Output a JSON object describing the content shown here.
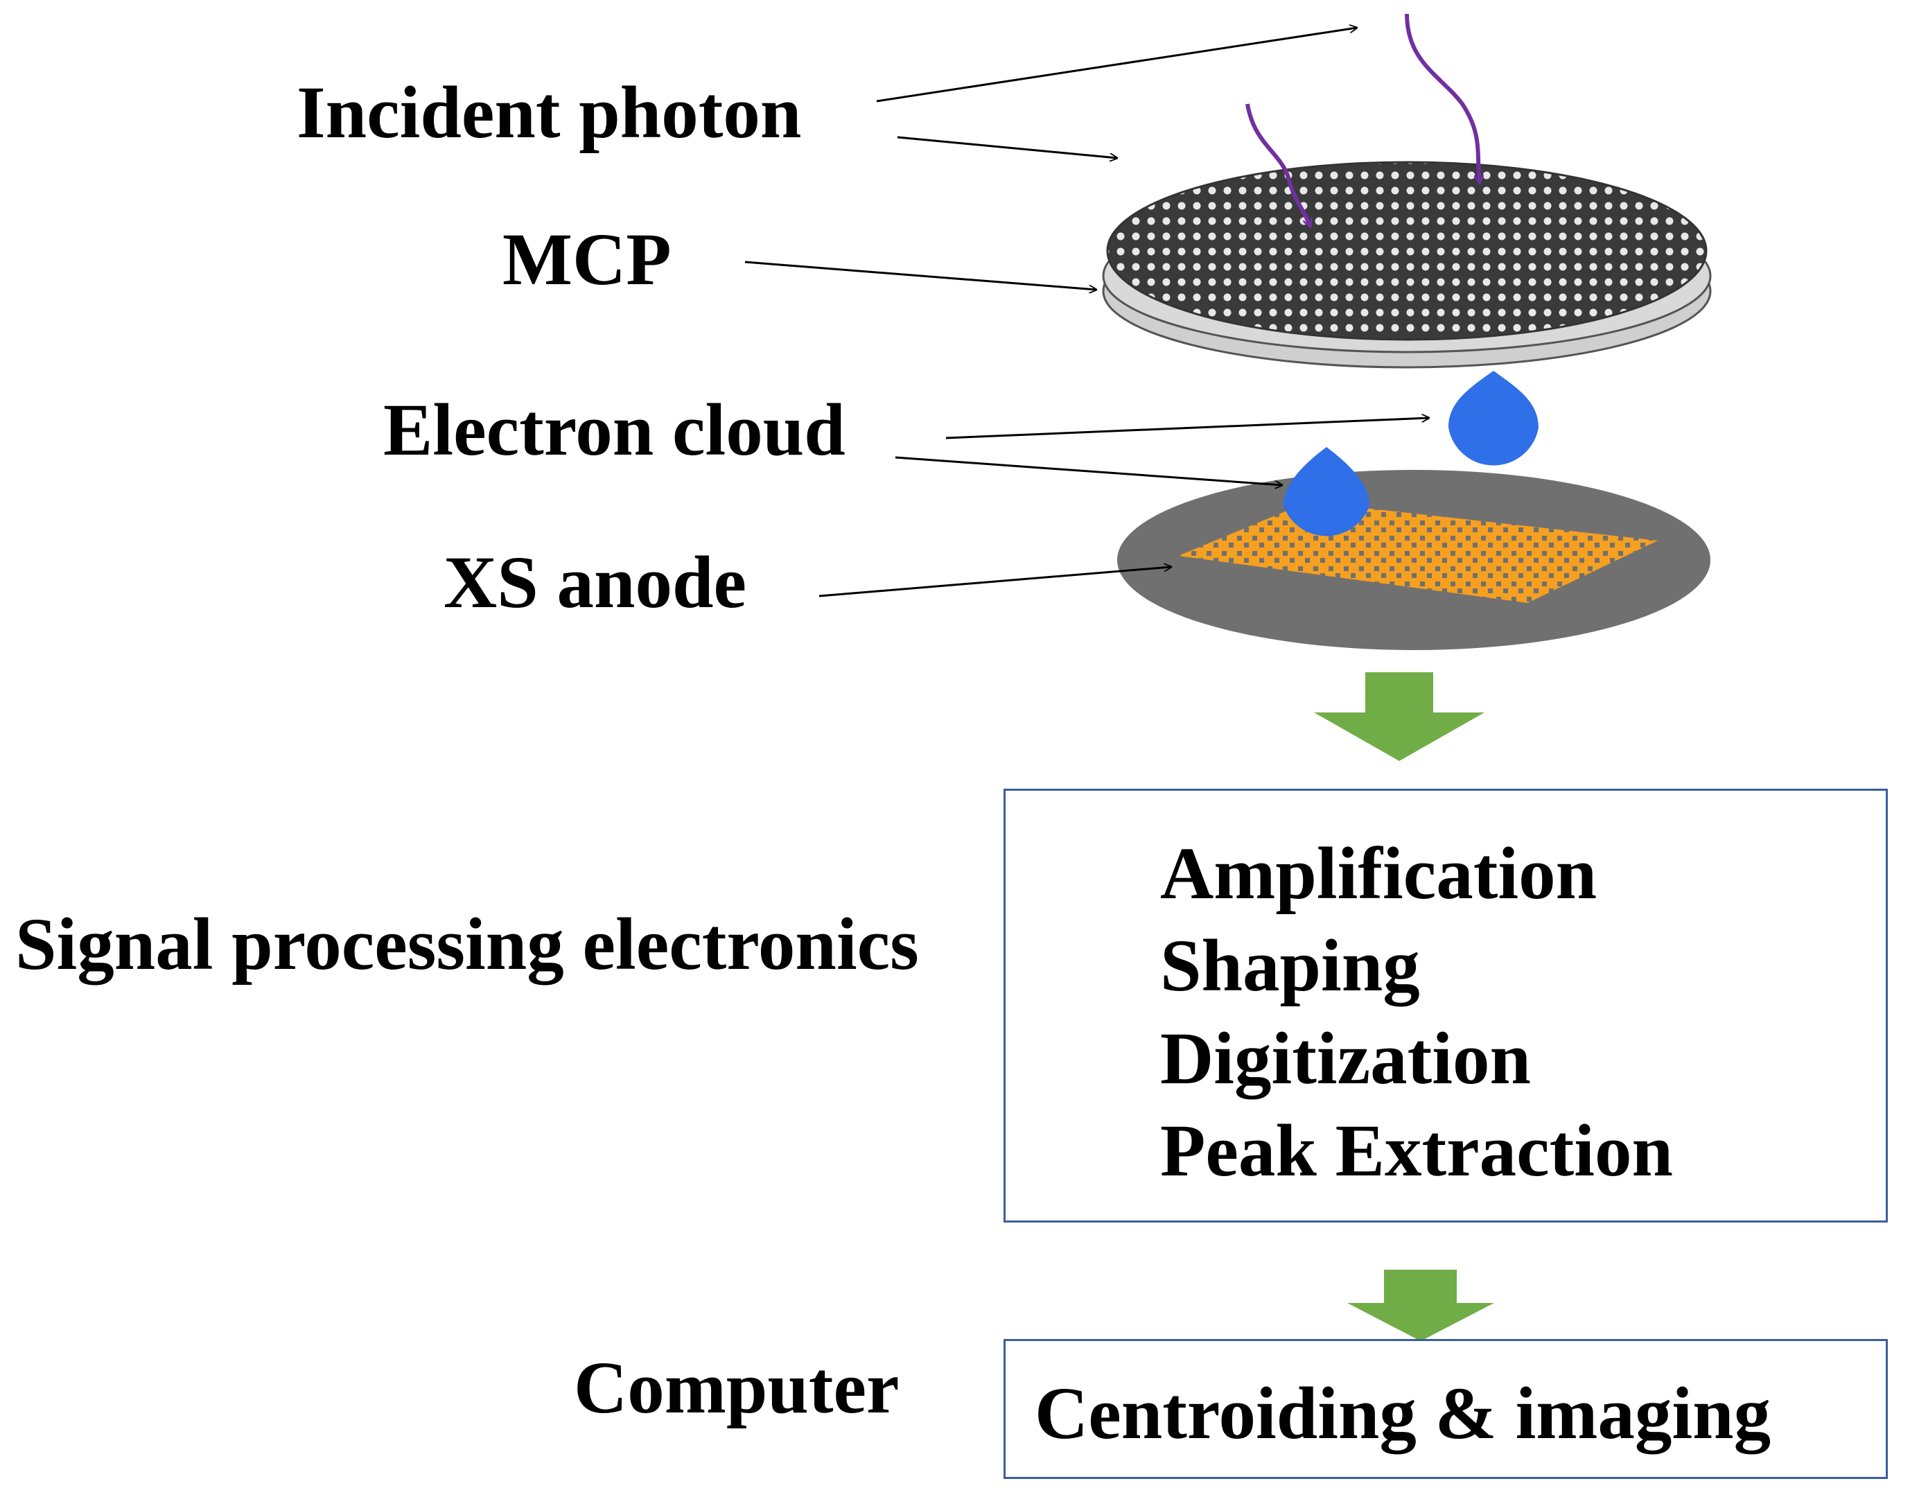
{
  "labels": {
    "incident_photon": "Incident photon",
    "mcp": "MCP",
    "electron_cloud": "Electron cloud",
    "xs_anode": "XS anode",
    "signal_processing": "Signal processing electronics",
    "computer": "Computer"
  },
  "processing_steps": [
    "Amplification",
    "Shaping",
    "Digitization",
    "Peak Extraction"
  ],
  "computer_box": "Centroiding & imaging",
  "colors": {
    "photon": "#7030a0",
    "electron_cloud": "#2f6fe8",
    "anode_grid": "#f5a020",
    "anode_disc": "#707070",
    "flow_arrow": "#70ad47",
    "box_border": "#3b5f99",
    "mcp_plate": "#cfcfcf",
    "mcp_top": "#3a3a3a"
  }
}
